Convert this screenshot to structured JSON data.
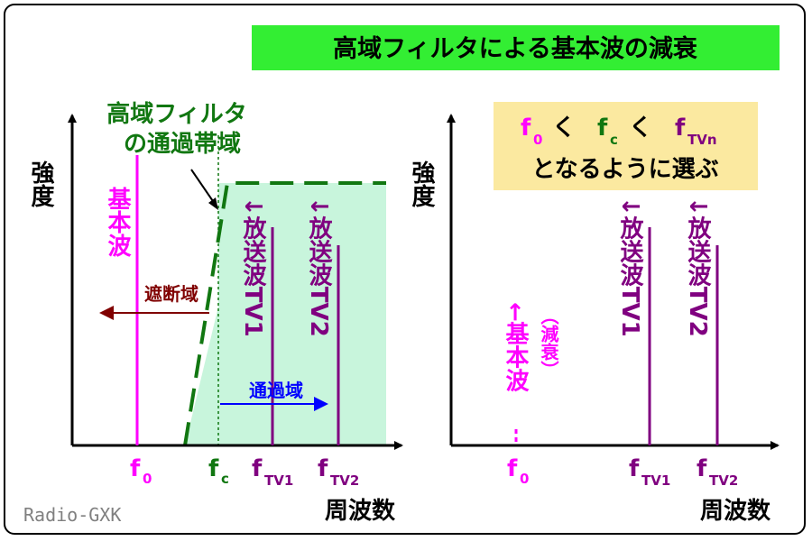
{
  "title": "高域フィルタによる基本波の減衰",
  "watermark": "Radio-GXK",
  "colors": {
    "fundamental": "#ff00ff",
    "tv": "#800080",
    "filter": "#117711",
    "passband_fill": "#c8f5dc",
    "stopband": "#800000",
    "passarrow": "#0000ff",
    "title_bg": "#33ee33",
    "note_bg": "#fbe9a0"
  },
  "left": {
    "ylabel": "強度",
    "xlabel": "周波数",
    "passband_callout_line1": "高域フィルタ",
    "passband_callout_line2": "の通過帯域",
    "fundamental_label": "基本波",
    "stopband_label": "遮断域",
    "passband_label": "通過域",
    "tv1_label": "↓放送波TV1",
    "tv2_label": "↓放送波TV2",
    "ticks": {
      "f0_main": "f",
      "f0_sub": "0",
      "fc_main": "f",
      "fc_sub": "c",
      "ftv1_main": "f",
      "ftv1_sub": "TV1",
      "ftv2_main": "f",
      "ftv2_sub": "TV2"
    }
  },
  "right": {
    "ylabel": "強度",
    "xlabel": "周波数",
    "note_line1": {
      "f0": "f",
      "f0_sub": "0",
      "lt1": "く",
      "fc": "f",
      "fc_sub": "c",
      "lt2": "く",
      "ftv": "f",
      "ftv_sub": "TVn"
    },
    "note_line2": "となるように選ぶ",
    "fundamental_label": "←基本波",
    "attenuated_label": "（減衰）",
    "tv1_label": "↓放送波TV1",
    "tv2_label": "↓放送波TV2",
    "ticks": {
      "f0_main": "f",
      "f0_sub": "0",
      "ftv1_main": "f",
      "ftv1_sub": "TV1",
      "ftv2_main": "f",
      "ftv2_sub": "TV2"
    }
  }
}
